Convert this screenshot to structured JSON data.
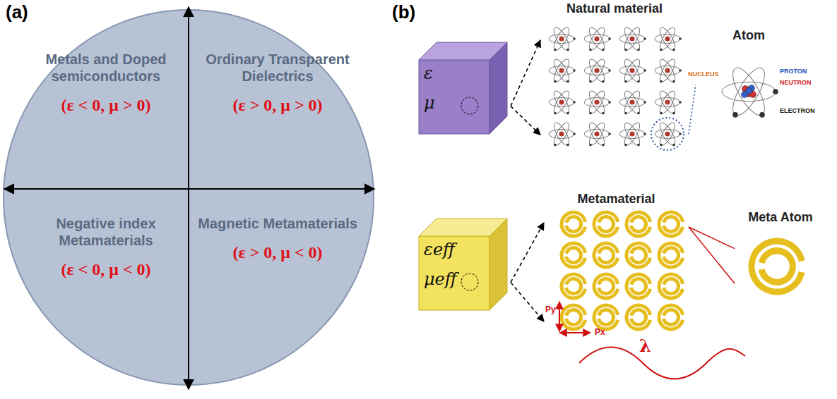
{
  "diagram": {
    "nodes": [
      {
        "text": [
          "Metals and Doped semiconductors",
          "(ε < 0, μ > 0)"
        ]
      },
      {
        "text": [
          "Ordinary Transparent Dielectrics",
          "(ε > 0, μ > 0)"
        ]
      },
      {
        "text": [
          "Negative index Metamaterials",
          "(ε < 0, μ < 0)"
        ]
      },
      {
        "text": [
          "Magnetic Metamaterials",
          "(ε > 0, μ < 0)"
        ]
      },
      {
        "text": [
          "ε",
          "μ"
        ]
      },
      {
        "text": [
          "Natural material"
        ]
      },
      {
        "text": [
          "Atom"
        ]
      },
      {
        "text": [
          "εeff",
          "μeff"
        ]
      },
      {
        "text": [
          "Metamaterial"
        ]
      },
      {
        "text": [
          "Meta Atom"
        ]
      }
    ],
    "edges": [
      {
        "from": 4,
        "to": 5,
        "arrow": "to"
      },
      {
        "from": 4,
        "to": 5,
        "arrow": "to"
      },
      {
        "from": 5,
        "to": 6,
        "arrow": "none"
      },
      {
        "from": 7,
        "to": 8,
        "arrow": "to"
      },
      {
        "from": 7,
        "to": 8,
        "arrow": "to"
      },
      {
        "from": 8,
        "to": 9,
        "arrow": "none"
      },
      {
        "from": 8,
        "to": 9,
        "arrow": "none"
      }
    ],
    "labels": [
      "(a)",
      "(b)",
      "NUCLEUS",
      "PROTON",
      "NEUTRON",
      "ELECTRON",
      "Py",
      "Px",
      "λ"
    ]
  }
}
